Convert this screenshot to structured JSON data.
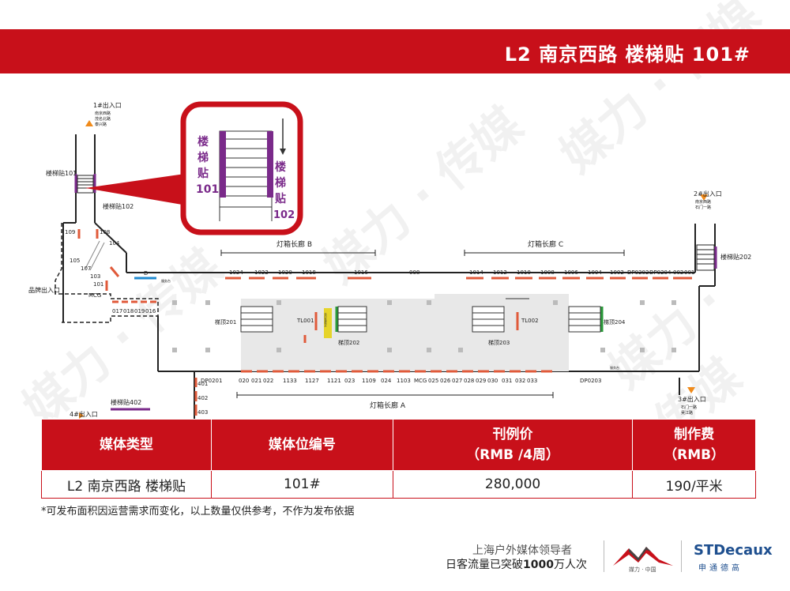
{
  "header": {
    "title": "L2 南京西路 楼梯贴 101#"
  },
  "inset": {
    "label_left": [
      "楼",
      "梯",
      "贴",
      "101"
    ],
    "label_right": [
      "楼",
      "梯",
      "贴",
      "102"
    ]
  },
  "map": {
    "exits": [
      {
        "name": "1#出入口",
        "streets": [
          "南京西路",
          "茂名北路",
          "泰兴路"
        ]
      },
      {
        "name": "2#出入口",
        "streets": [
          "南京西路",
          "石门一路"
        ]
      },
      {
        "name": "3#出入口",
        "streets": [
          "石门一路",
          "吴江路"
        ]
      },
      {
        "name": "4#出入口"
      },
      {
        "name": "品牌出入口"
      }
    ],
    "stair_labels": [
      "楼梯贴101",
      "楼梯贴102",
      "楼梯贴202",
      "楼梯贴402"
    ],
    "corridors": [
      "灯箱长廊 B",
      "灯箱长廊 C",
      "灯箱长廊 A"
    ],
    "left_codes": [
      "109",
      "108",
      "104",
      "105",
      "107",
      "103",
      "101",
      "MCG"
    ],
    "left_bottom_codes": [
      "017",
      "018",
      "019",
      "016"
    ],
    "top_codes": [
      "1024",
      "1022",
      "1020",
      "1018",
      "1016",
      "008",
      "1014",
      "1012",
      "1010",
      "1008",
      "1006",
      "1004",
      "1002",
      "DP0202",
      "DP0204",
      "002",
      "001"
    ],
    "bottom_codes": [
      "DP0201",
      "020",
      "021",
      "022",
      "1133",
      "1127",
      "1121",
      "023",
      "1109",
      "024",
      "1103",
      "MCG",
      "025",
      "026",
      "027",
      "028",
      "029",
      "030",
      "031",
      "032",
      "033",
      "DP0203"
    ],
    "side_codes": [
      "401",
      "402",
      "403"
    ],
    "misc": {
      "d": "D",
      "small_tag": "服务台",
      "small_tag2": "服务台"
    },
    "platform_labels": [
      "梯顶201",
      "梯顶202",
      "梯顶203",
      "梯顶204",
      "TL001",
      "TL002"
    ],
    "vertical_box": "站内吸烟指示"
  },
  "table": {
    "headers": [
      [
        "媒体类型"
      ],
      [
        "媒体位编号"
      ],
      [
        "刊例价",
        "（RMB /4周）"
      ],
      [
        "制作费",
        "（RMB）"
      ]
    ],
    "row": [
      "L2 南京西路 楼梯贴",
      "101#",
      "280,000",
      "190/平米"
    ]
  },
  "note": "*可发布面积因运营需求而变化，以上数量仅供参考，不作为发布依据",
  "footer": {
    "line1": "上海户外媒体领导者",
    "line2_a": "日客流量已突破",
    "line2_b": "1000",
    "line2_c": "万人次",
    "brand1_sub": "媒力 · 中国",
    "brand2": "STDecaux",
    "brand2_sub": "申通德高"
  },
  "watermark": "媒力 · 传媒",
  "colors": {
    "accent": "#c8101a",
    "purple": "#7a2a8a",
    "green": "#2a9a3a",
    "blue": "#1f8ad0",
    "yellow": "#e6d42a"
  }
}
